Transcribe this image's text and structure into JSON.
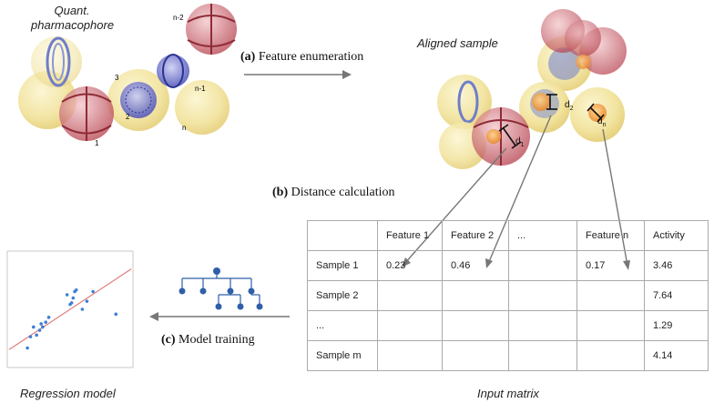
{
  "captions": {
    "pharmacophore_line1": "Quant.",
    "pharmacophore_line2": "pharmacophore",
    "aligned_sample": "Aligned sample",
    "regression_model": "Regression model",
    "input_matrix": "Input matrix"
  },
  "steps": {
    "a_label": "(a)",
    "a_text": "Feature enumeration",
    "b_label": "(b)",
    "b_text": "Distance calculation",
    "c_label": "(c)",
    "c_text": "Model training"
  },
  "feature_labels": {
    "f1": "1",
    "f2": "2",
    "f3": "3",
    "fn": "n",
    "fn1": "n-1",
    "fn2": "n-2"
  },
  "distance_labels": {
    "d1": "d1",
    "d2": "d2",
    "dn": "dn"
  },
  "matrix": {
    "header": [
      "",
      "Feature 1",
      "Feature 2",
      "...",
      "Feature n",
      "Activity"
    ],
    "rows": [
      [
        "Sample 1",
        "0.23",
        "0.46",
        "",
        "0.17",
        "3.46"
      ],
      [
        "Sample 2",
        "",
        "",
        "",
        "",
        "7.64"
      ],
      [
        "...",
        "",
        "",
        "",
        "",
        "1.29"
      ],
      [
        "Sample m",
        "",
        "",
        "",
        "",
        "4.14"
      ]
    ]
  },
  "colors": {
    "yellow_sphere": "#f3e6a0",
    "red_cage": "#b7434f",
    "blue_ring": "#4a50b8",
    "arrow": "#777777",
    "regression_line": "#e07b7b",
    "scatter_point": "#3f7fd6",
    "tree_node": "#2f5fa8"
  },
  "chart_data": {
    "type": "scatter",
    "title": "",
    "xlabel": "",
    "ylabel": "",
    "series": [
      {
        "x": [
          0.6,
          0.7,
          0.8,
          0.9,
          1.0,
          1.05,
          1.1,
          1.2,
          1.3,
          1.9,
          2.0,
          2.05,
          2.1,
          2.15,
          2.2,
          2.4,
          2.55,
          2.75,
          3.5
        ],
        "y": [
          0.55,
          0.9,
          1.2,
          0.95,
          1.1,
          1.3,
          1.2,
          1.35,
          1.5,
          2.2,
          1.9,
          1.95,
          2.1,
          2.3,
          2.35,
          1.75,
          2.0,
          2.3,
          1.6
        ]
      }
    ],
    "fit_line": {
      "x": [
        0.0,
        4.0
      ],
      "y": [
        0.5,
        3.0
      ]
    },
    "xlim": [
      0,
      4
    ],
    "ylim": [
      0,
      3.5
    ]
  }
}
